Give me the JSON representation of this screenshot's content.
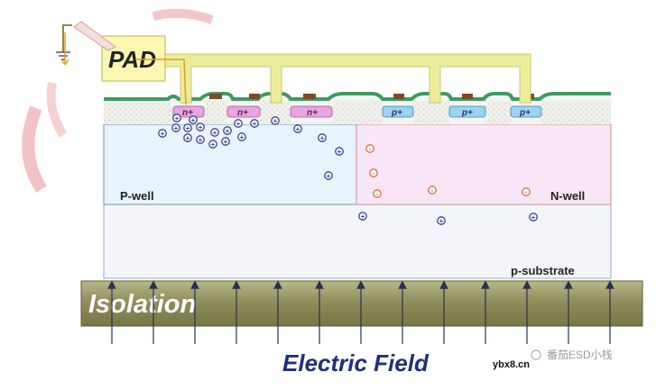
{
  "labels": {
    "pad": "PAD",
    "pwell": "P-well",
    "nwell": "N-well",
    "psub": "p-substrate",
    "isolation": "Isolation",
    "efield": "Electric Field"
  },
  "diffusions": {
    "n_plus": [
      "n+",
      "n+",
      "n+"
    ],
    "p_plus": [
      "p+",
      "p+",
      "p+"
    ]
  },
  "carriers": {
    "hole_symbol": "+",
    "electron_symbol": "-"
  },
  "watermark": {
    "channel": "番茄ESD小栈",
    "site": "ybx8.cn"
  },
  "colors": {
    "pad_fill": "#fbf6b0",
    "metal": "#ecec9a",
    "field_oxide": "#eeeeea",
    "gate_ox": "#3f9a62",
    "poly": "#7a4a2a",
    "n_plus": "#e6a6df",
    "p_plus": "#9dd2f0",
    "pwell": "#e7f4fb",
    "nwell": "#f8e6f6",
    "psub": "#f4f5fb",
    "isolation": "#8a8a56",
    "hole": "#3a3f92",
    "electron": "#d86a3c",
    "efield_text": "#1f2f7c"
  }
}
